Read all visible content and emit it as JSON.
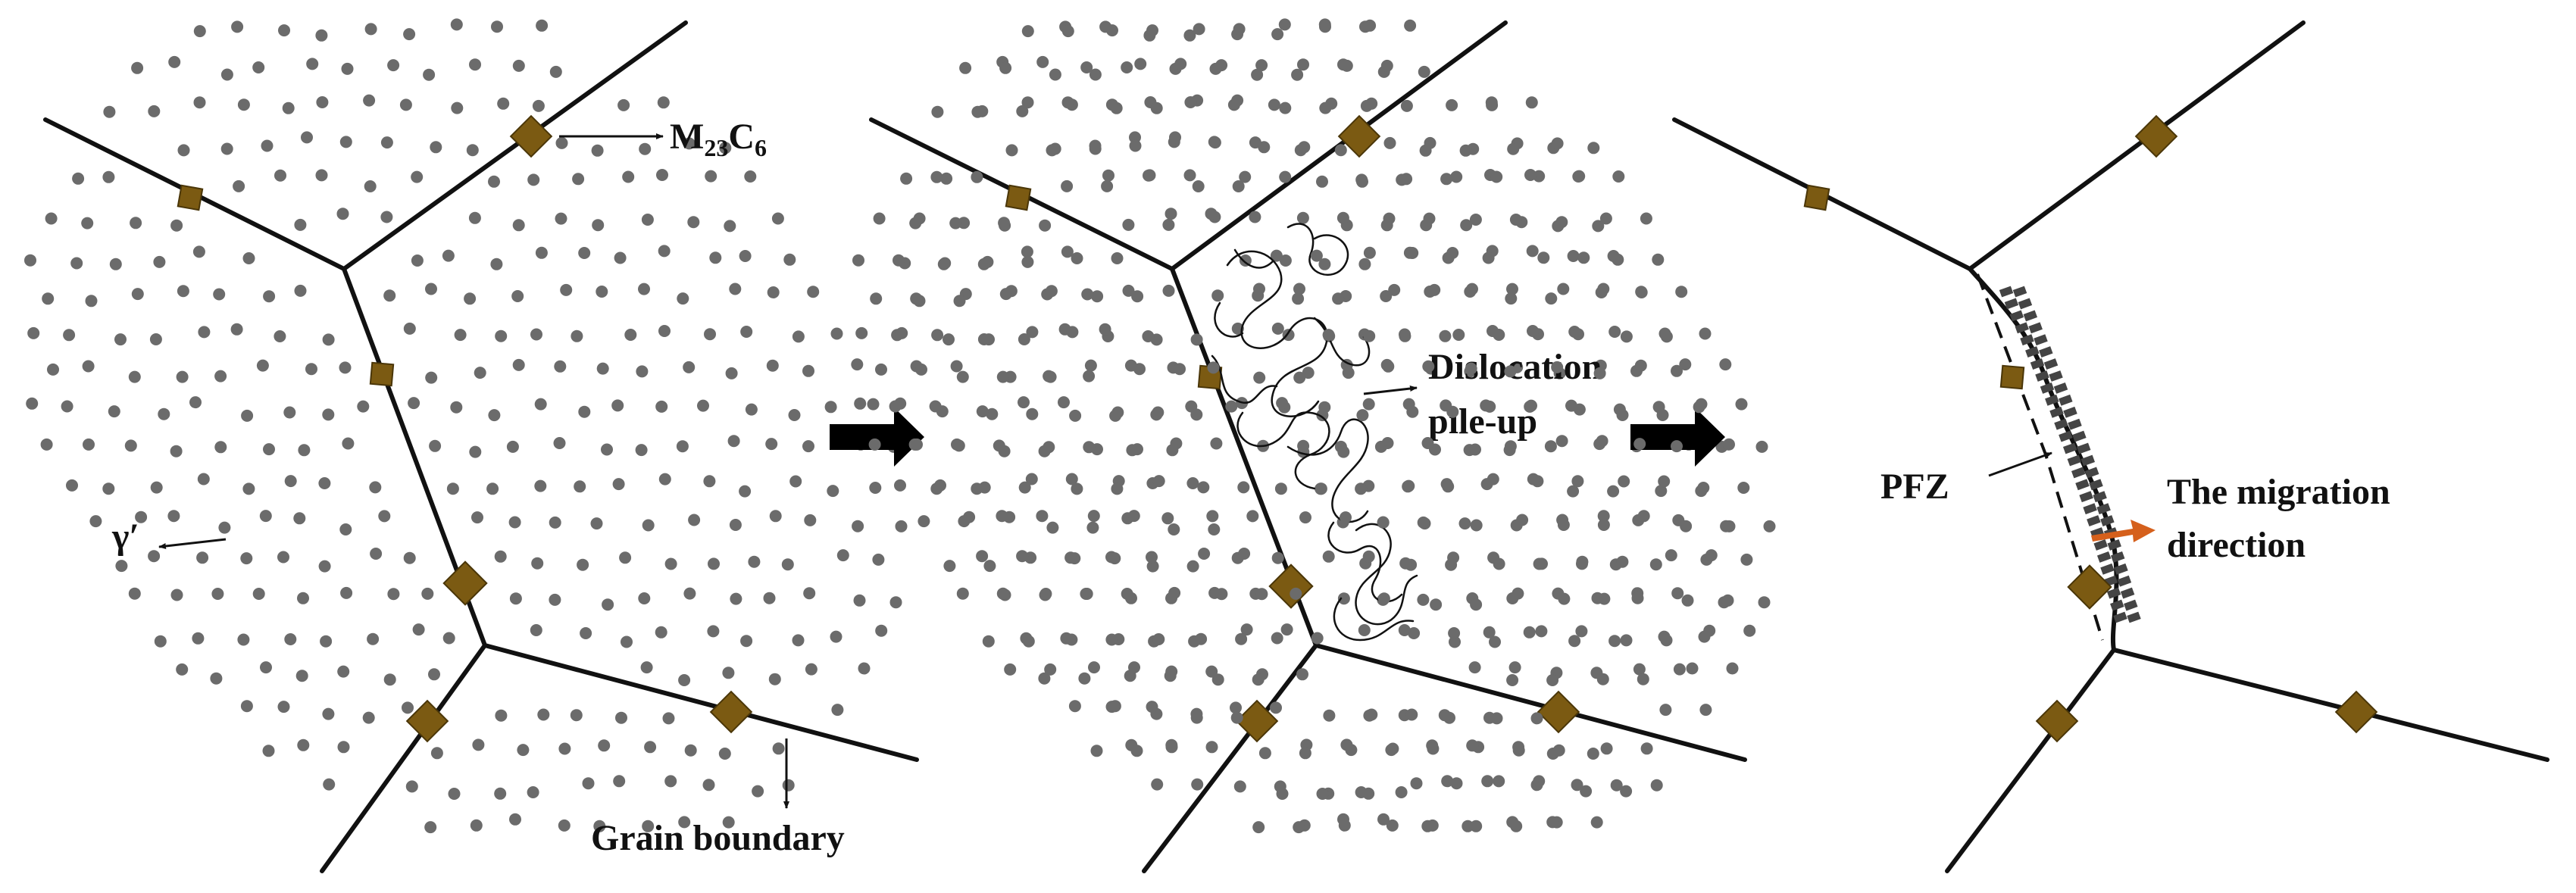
{
  "colors": {
    "background": "#ffffff",
    "boundary": "#111111",
    "gamma_prime": "#6b6b6b",
    "carbide": "#7b5a12",
    "carbide_edge": "#4a3608",
    "pile_up": "#111111",
    "pfz_precipitate": "#444444",
    "migration_arrow": "#d5601c"
  },
  "panels": [
    {
      "id": "initial",
      "labels": {
        "carbide_prefix": "M",
        "carbide_sub1": "23",
        "carbide_mid": "C",
        "carbide_sub2": "6",
        "gamma": "γ′",
        "boundary": "Grain boundary"
      }
    },
    {
      "id": "pile-up",
      "labels": {
        "pile_up_line1": "Dislocation",
        "pile_up_line2": "pile-up"
      }
    },
    {
      "id": "migration",
      "labels": {
        "pfz": "PFZ",
        "migration_line1": "The migration",
        "migration_line2": "direction"
      }
    }
  ],
  "transition_arrows": [
    {
      "icon": "right-arrow-icon",
      "from": "initial",
      "to": "pile-up"
    },
    {
      "icon": "right-arrow-icon",
      "from": "pile-up",
      "to": "migration"
    }
  ]
}
